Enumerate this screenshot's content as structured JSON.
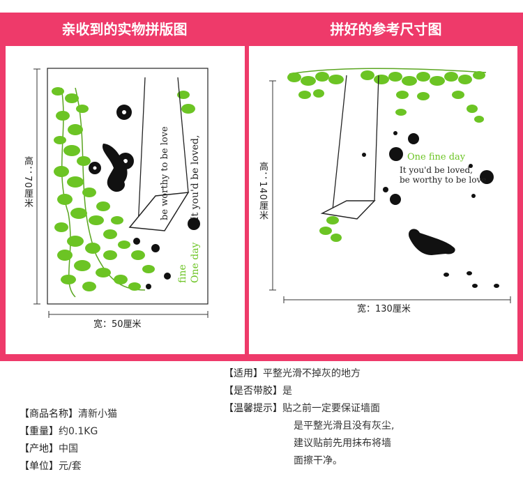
{
  "header": {
    "left_title": "亲收到的实物拼版图",
    "right_title": "拼好的参考尺寸图"
  },
  "left_panel": {
    "height_label": "高：70厘米",
    "width_label": "宽：50厘米",
    "phrases": [
      "be worthy to be love",
      "It you'd be loved,",
      "fine",
      "One day"
    ]
  },
  "right_panel": {
    "height_label": "高：140厘米",
    "width_label": "宽：130厘米",
    "phrases": [
      "One fine day",
      "It you'd be loved,",
      "be worthy to be love"
    ]
  },
  "product": {
    "name_label": "【商品名称】",
    "name_value": "清新小猫",
    "weight_label": "【重量】",
    "weight_value": "约0.1KG",
    "origin_label": "【产地】",
    "origin_value": "中国",
    "unit_label": "【单位】",
    "unit_value": "元/套"
  },
  "usage": {
    "apply_label": "【适用】",
    "apply_value": "平整光滑不掉灰的地方",
    "glue_label": "【是否带胶】",
    "glue_value": "是",
    "tip_label": "【温馨提示】",
    "tip_lines": [
      "贴之前一定要保证墙面",
      "是平整光滑且没有灰尘,",
      "建议贴前先用抹布将墙",
      "面擦干净。"
    ]
  },
  "colors": {
    "band": "#ee3a6a",
    "leaf": "#6cc424",
    "ink": "#111111"
  }
}
